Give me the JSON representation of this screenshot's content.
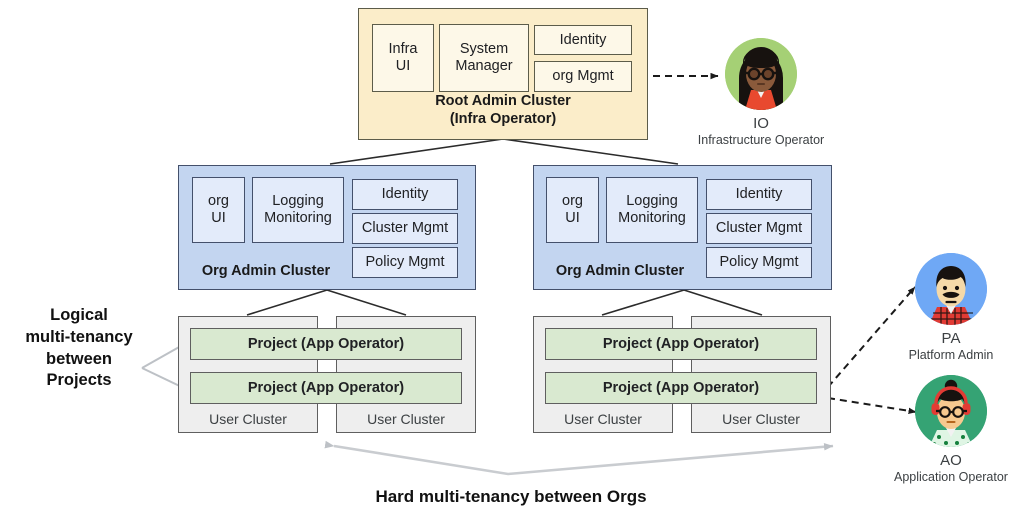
{
  "diagram": {
    "root_cluster": {
      "title_line1": "Root Admin Cluster",
      "title_line2": "(Infra Operator)",
      "components": [
        {
          "label_line1": "Infra",
          "label_line2": "UI"
        },
        {
          "label_line1": "System",
          "label_line2": "Manager"
        },
        {
          "label_line1": "Identity",
          "label_line2": ""
        },
        {
          "label_line1": "org Mgmt",
          "label_line2": ""
        }
      ],
      "fill": "#fbedc9",
      "component_fill": "#fdf8e8",
      "stroke": "#5c5c4a"
    },
    "org_clusters": [
      {
        "title": "Org Admin Cluster",
        "components": [
          {
            "label_line1": "org",
            "label_line2": "UI"
          },
          {
            "label_line1": "Logging",
            "label_line2": "Monitoring"
          },
          {
            "label_line1": "Identity",
            "label_line2": ""
          },
          {
            "label_line1": "Cluster Mgmt",
            "label_line2": ""
          },
          {
            "label_line1": "Policy Mgmt",
            "label_line2": ""
          }
        ],
        "user_clusters": [
          {
            "label": "User Cluster"
          },
          {
            "label": "User Cluster"
          }
        ],
        "projects": [
          {
            "label": "Project (App Operator)"
          },
          {
            "label": "Project (App Operator)"
          }
        ]
      },
      {
        "title": "Org Admin Cluster",
        "components": [
          {
            "label_line1": "org",
            "label_line2": "UI"
          },
          {
            "label_line1": "Logging",
            "label_line2": "Monitoring"
          },
          {
            "label_line1": "Identity",
            "label_line2": ""
          },
          {
            "label_line1": "Cluster Mgmt",
            "label_line2": ""
          },
          {
            "label_line1": "Policy Mgmt",
            "label_line2": ""
          }
        ],
        "user_clusters": [
          {
            "label": "User Cluster"
          },
          {
            "label": "User Cluster"
          }
        ],
        "projects": [
          {
            "label": "Project (App Operator)"
          },
          {
            "label": "Project  (App Operator)"
          }
        ]
      }
    ],
    "org_fill": "#c3d5f0",
    "org_component_fill": "#e3ebfa",
    "org_stroke": "#44506b",
    "user_cluster_fill": "#eeeeee",
    "project_fill": "#d9e9d0",
    "gray_stroke": "#5f5f5f",
    "annotations": {
      "left_note_lines": [
        "Logical",
        "multi-tenancy",
        "between",
        "Projects"
      ],
      "bottom_note": "Hard multi-tenancy between Orgs"
    },
    "personas": [
      {
        "initials": "IO",
        "role": "Infrastructure Operator",
        "circle_color": "#a5d075",
        "icon": "infrastructure-operator-avatar"
      },
      {
        "initials": "PA",
        "role": "Platform Admin",
        "circle_color": "#6fa8f5",
        "icon": "platform-admin-avatar"
      },
      {
        "initials": "AO",
        "role": "Application Operator",
        "circle_color": "#35a374",
        "icon": "application-operator-avatar"
      }
    ]
  }
}
